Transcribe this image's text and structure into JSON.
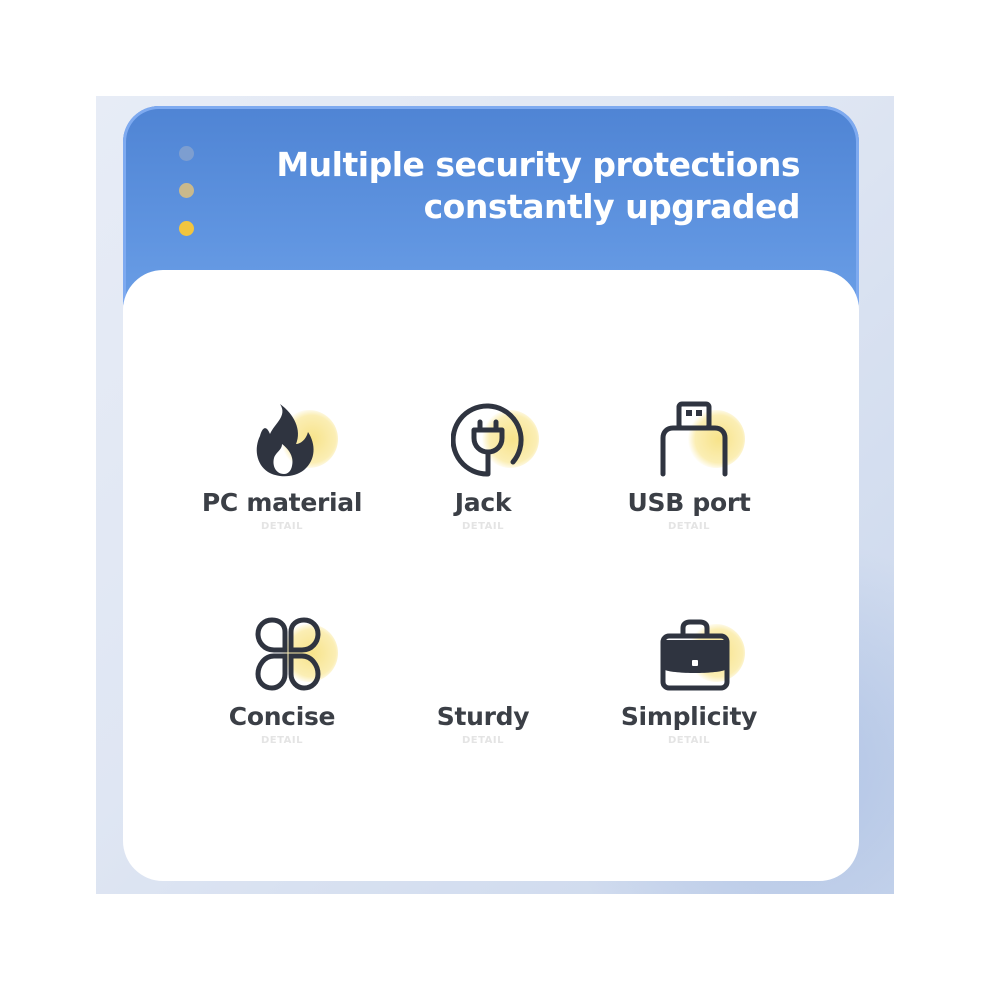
{
  "header": {
    "line1": "Multiple security protections",
    "line2": "constantly upgraded"
  },
  "colors": {
    "header_blue": "#5a8fdc",
    "icon_dark": "#2f3440",
    "accent_yellow": "#f2c53f"
  },
  "features": [
    {
      "label": "PC material",
      "sub": "DETAIL",
      "icon": "flame-icon"
    },
    {
      "label": "Jack",
      "sub": "DETAIL",
      "icon": "plug-icon"
    },
    {
      "label": "USB port",
      "sub": "DETAIL",
      "icon": "usb-icon"
    },
    {
      "label": "Concise",
      "sub": "DETAIL",
      "icon": "clover-icon"
    },
    {
      "label": "Sturdy",
      "sub": "DETAIL",
      "icon": ""
    },
    {
      "label": "Simplicity",
      "sub": "DETAIL",
      "icon": "briefcase-icon"
    }
  ]
}
